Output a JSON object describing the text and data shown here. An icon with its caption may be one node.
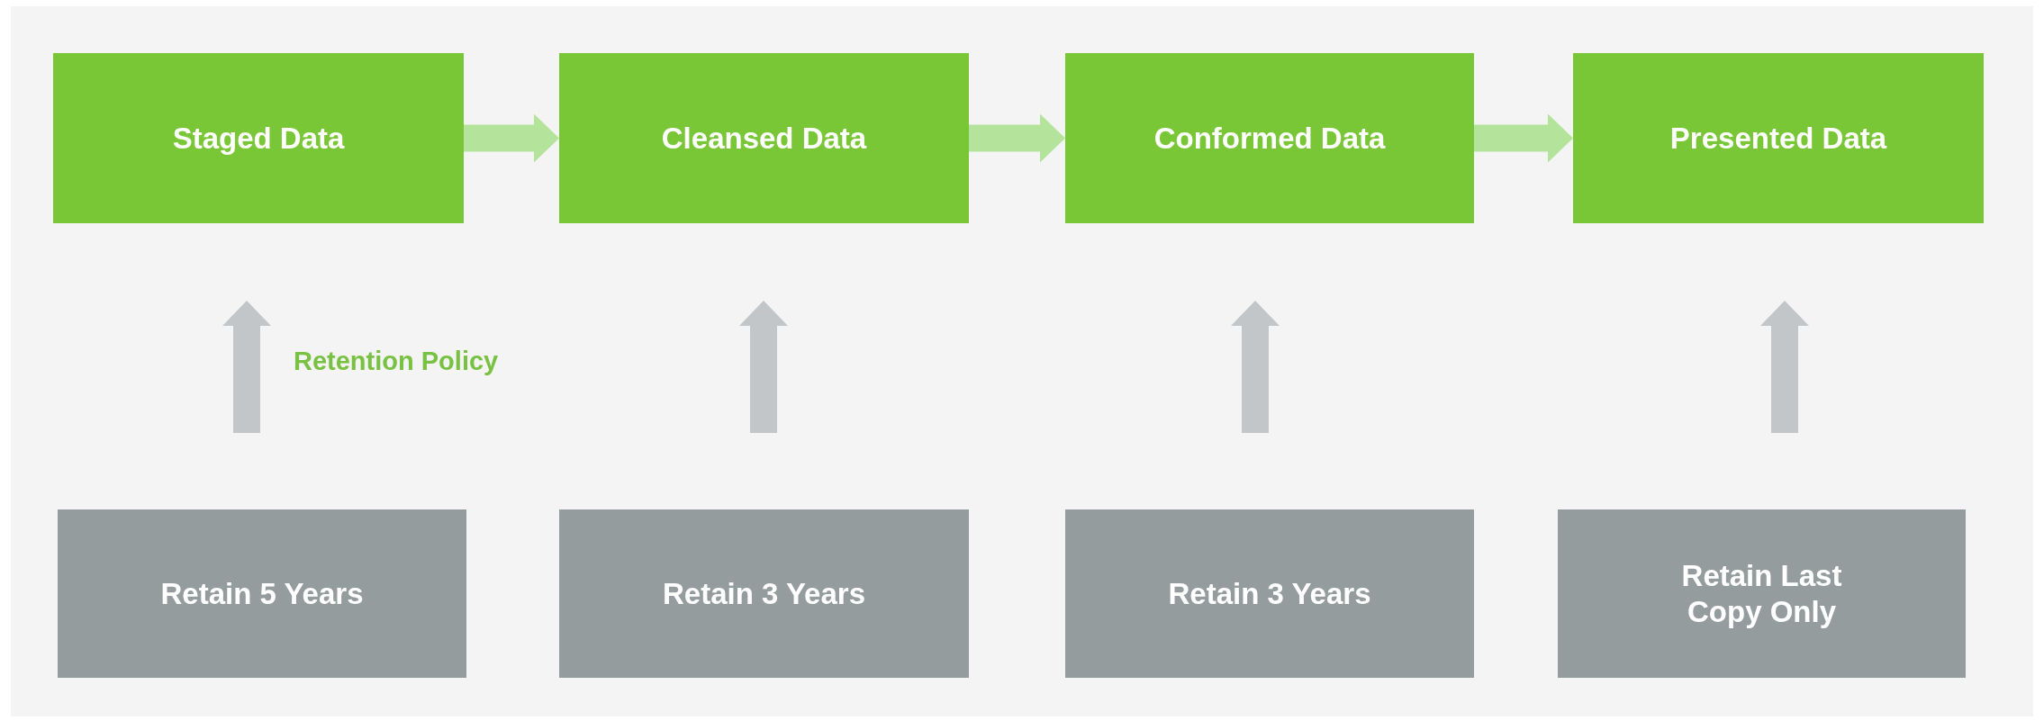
{
  "diagram": {
    "nodes": [
      {
        "text": [
          "Staged Data"
        ]
      },
      {
        "text": [
          "Cleansed Data"
        ]
      },
      {
        "text": [
          "Conformed Data"
        ]
      },
      {
        "text": [
          "Presented Data"
        ]
      },
      {
        "text": [
          "Retain 5 Years"
        ]
      },
      {
        "text": [
          "Retain 3 Years"
        ]
      },
      {
        "text": [
          "Retain 3 Years"
        ]
      },
      {
        "text": [
          "Retain Last Copy Only"
        ]
      }
    ],
    "edges": [
      {
        "from": 0,
        "to": 1,
        "arrow": "to",
        "color": "#b4e39c"
      },
      {
        "from": 1,
        "to": 2,
        "arrow": "to",
        "color": "#b4e39c"
      },
      {
        "from": 2,
        "to": 3,
        "arrow": "to",
        "color": "#b4e39c"
      },
      {
        "from": 4,
        "to": 0,
        "arrow": "to"
      },
      {
        "from": 5,
        "to": 1,
        "arrow": "to"
      },
      {
        "from": 6,
        "to": 2,
        "arrow": "to"
      },
      {
        "from": 7,
        "to": 3,
        "arrow": "to"
      }
    ],
    "labels": [
      "Retention Policy"
    ]
  }
}
